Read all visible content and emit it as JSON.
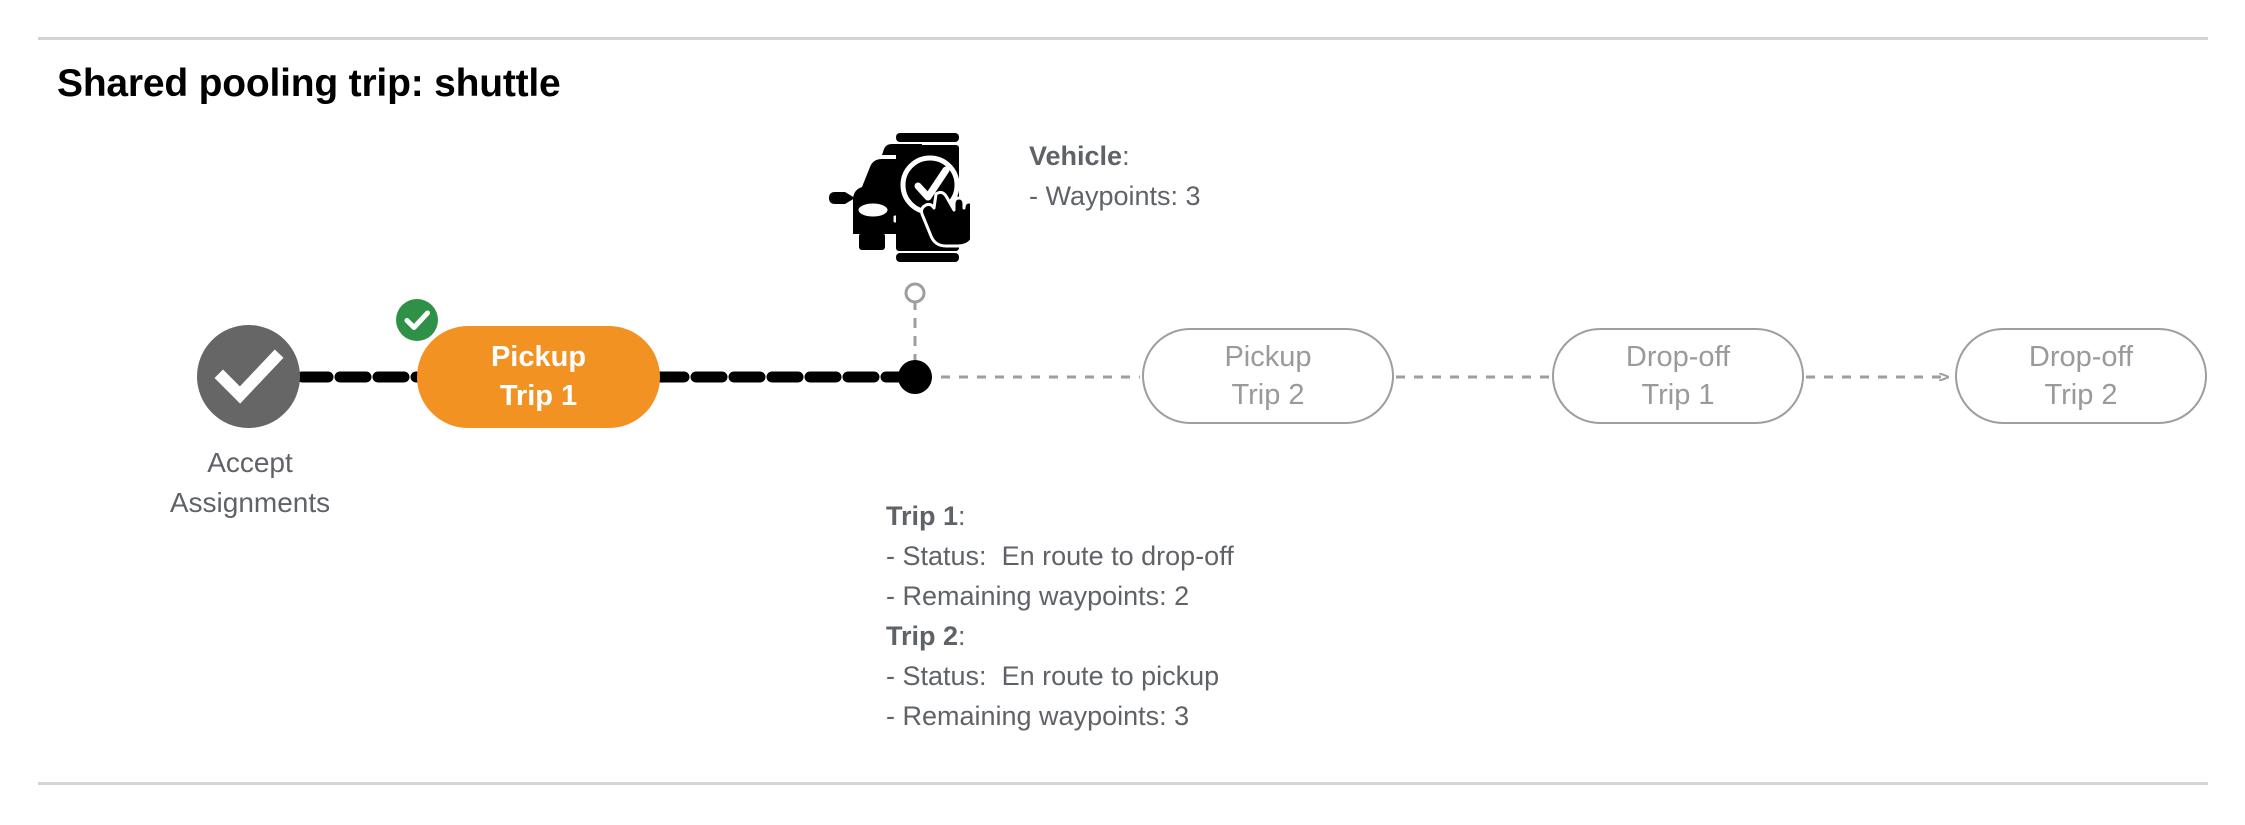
{
  "page": {
    "title": "Shared pooling trip: shuttle"
  },
  "colors": {
    "active_pill": "#F29222",
    "completed_badge": "#2E9147",
    "completed_circle": "#666666",
    "upcoming_outline": "#9e9e9e",
    "text_gray": "#5f6368",
    "divider": "#d4d4d4"
  },
  "flow": {
    "start_node": {
      "icon": "check-circle-icon",
      "label_line1": "Accept",
      "label_line2": "Assignments",
      "state": "completed"
    },
    "active_node": {
      "line1": "Pickup",
      "line2": "Trip 1",
      "state": "completed",
      "badge_icon": "check-badge-icon"
    },
    "vehicle_marker": {
      "icon": "vehicle-app-checkmark-icon",
      "position_icon": "hollow-circle-icon"
    },
    "upcoming_nodes": [
      {
        "line1": "Pickup",
        "line2": "Trip 2"
      },
      {
        "line1": "Drop-off",
        "line2": "Trip 1"
      },
      {
        "line1": "Drop-off",
        "line2": "Trip 2"
      }
    ]
  },
  "annotations": {
    "vehicle": {
      "heading": "Vehicle",
      "heading_colon": ":",
      "lines": [
        "- Waypoints: 3"
      ]
    },
    "trips": [
      {
        "heading": "Trip 1",
        "heading_colon": ":",
        "status_label": "- Status:",
        "status_value": "En route to drop-off",
        "waypoints_line": "- Remaining waypoints: 2"
      },
      {
        "heading": "Trip 2",
        "heading_colon": ":",
        "status_label": "- Status:",
        "status_value": "En route to pickup",
        "waypoints_line": "- Remaining waypoints: 3"
      }
    ]
  }
}
